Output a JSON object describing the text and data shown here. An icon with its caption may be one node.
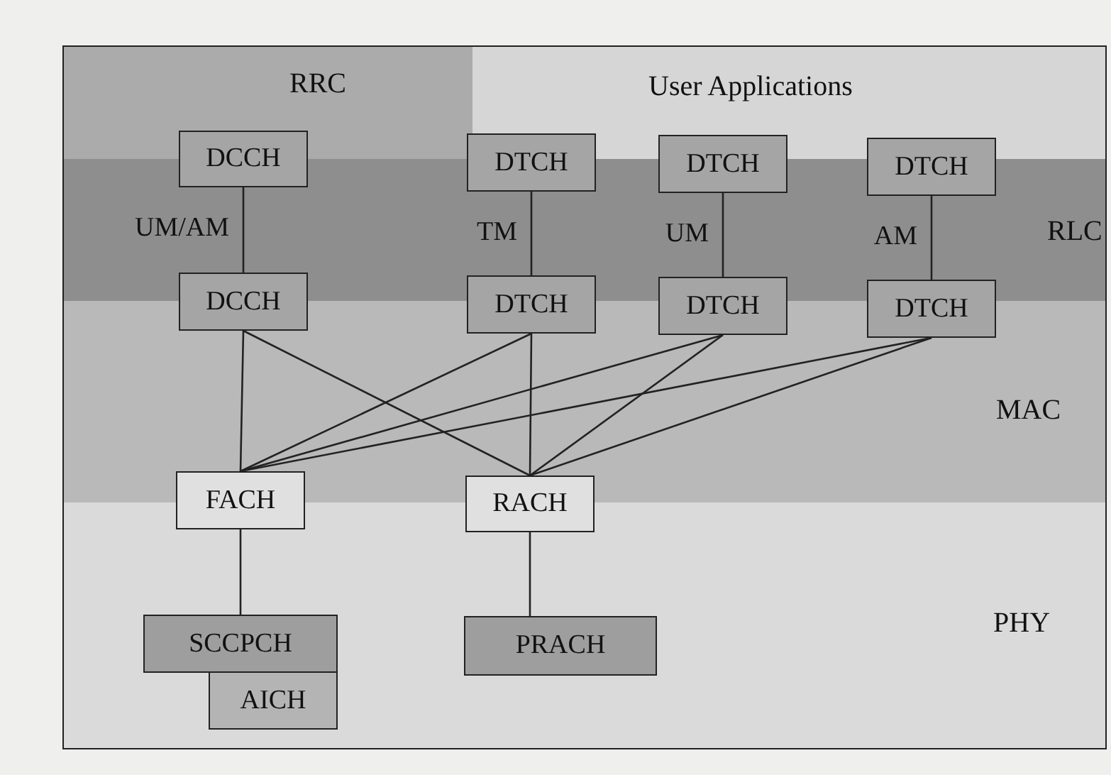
{
  "diagram": {
    "nodes": [
      {
        "text": [
          "DCCH"
        ]
      },
      {
        "text": [
          "DTCH"
        ]
      },
      {
        "text": [
          "DTCH"
        ]
      },
      {
        "text": [
          "DTCH"
        ]
      },
      {
        "text": [
          "DCCH"
        ]
      },
      {
        "text": [
          "DTCH"
        ]
      },
      {
        "text": [
          "DTCH"
        ]
      },
      {
        "text": [
          "DTCH"
        ]
      },
      {
        "text": [
          "FACH"
        ]
      },
      {
        "text": [
          "RACH"
        ]
      },
      {
        "text": [
          "SCCPCH"
        ]
      },
      {
        "text": [
          "AICH"
        ]
      },
      {
        "text": [
          "PRACH"
        ]
      }
    ],
    "edges": [
      {
        "from": 0,
        "to": 4,
        "arrow": "none",
        "label": "UM/AM"
      },
      {
        "from": 1,
        "to": 5,
        "arrow": "none",
        "label": "TM"
      },
      {
        "from": 2,
        "to": 6,
        "arrow": "none",
        "label": "UM"
      },
      {
        "from": 3,
        "to": 7,
        "arrow": "none",
        "label": "AM"
      },
      {
        "from": 4,
        "to": 8,
        "arrow": "none"
      },
      {
        "from": 4,
        "to": 9,
        "arrow": "none"
      },
      {
        "from": 5,
        "to": 8,
        "arrow": "none"
      },
      {
        "from": 5,
        "to": 9,
        "arrow": "none"
      },
      {
        "from": 6,
        "to": 8,
        "arrow": "none"
      },
      {
        "from": 6,
        "to": 9,
        "arrow": "none"
      },
      {
        "from": 7,
        "to": 8,
        "arrow": "none"
      },
      {
        "from": 7,
        "to": 9,
        "arrow": "none"
      },
      {
        "from": 8,
        "to": 10,
        "arrow": "none"
      },
      {
        "from": 9,
        "to": 12,
        "arrow": "none"
      }
    ],
    "labels": [
      "RRC",
      "User Applications",
      "RLC",
      "MAC",
      "PHY"
    ]
  }
}
